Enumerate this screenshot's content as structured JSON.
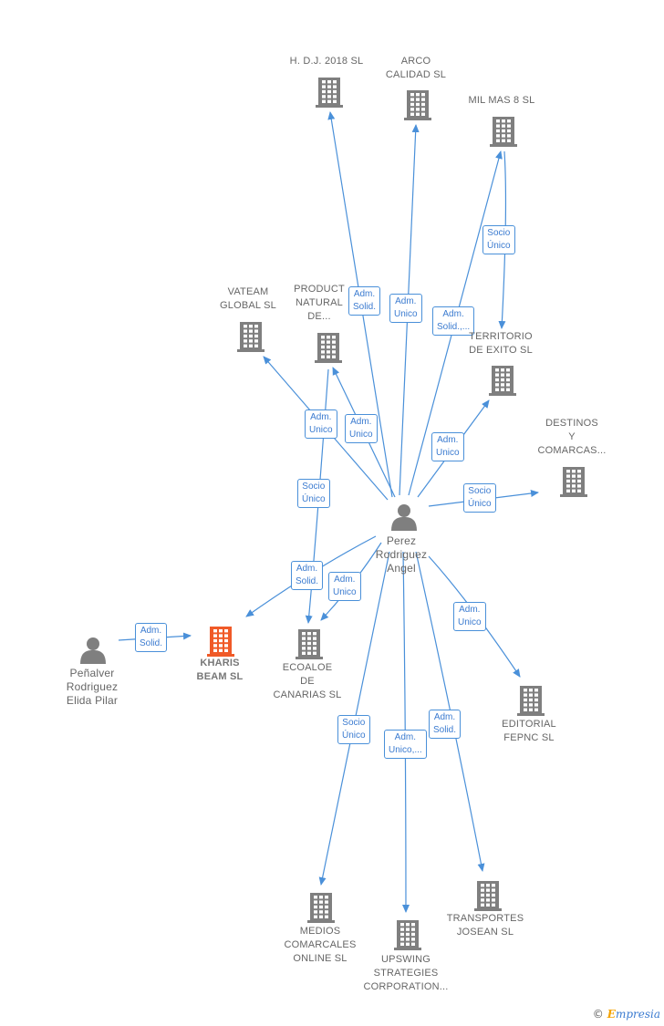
{
  "colors": {
    "edge": "#4a90d9",
    "company": "#7f7f7f",
    "highlight": "#f05a28",
    "person": "#7f7f7f"
  },
  "brand": {
    "symbol": "©",
    "initial": "E",
    "rest": "mpresia"
  },
  "nodes": [
    {
      "id": "hdj",
      "type": "company",
      "label": "H. D.J. 2018  SL"
    },
    {
      "id": "arco",
      "type": "company",
      "label": "ARCO\nCALIDAD SL"
    },
    {
      "id": "milmas",
      "type": "company",
      "label": "MIL MAS 8 SL"
    },
    {
      "id": "vateam",
      "type": "company",
      "label": "VATEAM\nGLOBAL  SL"
    },
    {
      "id": "product",
      "type": "company",
      "label": "PRODUCT\nNATURAL\nDE..."
    },
    {
      "id": "territorio",
      "type": "company",
      "label": "TERRITORIO\nDE EXITO  SL"
    },
    {
      "id": "destinos",
      "type": "company",
      "label": "DESTINOS\nY\nCOMARCAS..."
    },
    {
      "id": "perez",
      "type": "person",
      "label": "Perez\nRodriguez\nAngel"
    },
    {
      "id": "penalver",
      "type": "person",
      "label": "Peñalver\nRodriguez\nElida Pilar"
    },
    {
      "id": "kharis",
      "type": "highlight",
      "label": "KHARIS\nBEAM  SL"
    },
    {
      "id": "ecoaloe",
      "type": "company",
      "label": "ECOALOE\nDE\nCANARIAS  SL"
    },
    {
      "id": "editorial",
      "type": "company",
      "label": "EDITORIAL\nFEPNC SL"
    },
    {
      "id": "medios",
      "type": "company",
      "label": "MEDIOS\nCOMARCALES\nONLINE  SL"
    },
    {
      "id": "upswing",
      "type": "company",
      "label": "UPSWING\nSTRATEGIES\nCORPORATION..."
    },
    {
      "id": "transportes",
      "type": "company",
      "label": "TRANSPORTES\nJOSEAN SL"
    }
  ],
  "edges": [
    {
      "from": "perez",
      "to": "hdj",
      "label": "Adm.\nSolid."
    },
    {
      "from": "perez",
      "to": "arco",
      "label": "Adm.\nUnico"
    },
    {
      "from": "perez",
      "to": "milmas",
      "label": "Adm.\nSolid.,..."
    },
    {
      "from": "milmas",
      "to": "territorio",
      "label": "Socio\nÚnico"
    },
    {
      "from": "perez",
      "to": "vateam",
      "label": "Adm.\nUnico"
    },
    {
      "from": "perez",
      "to": "product",
      "label": "Adm.\nUnico"
    },
    {
      "from": "perez",
      "to": "territorio",
      "label": "Adm.\nUnico"
    },
    {
      "from": "perez",
      "to": "destinos",
      "label": "Socio\nÚnico"
    },
    {
      "from": "product",
      "to": "ecoaloe",
      "label": "Socio\nÚnico"
    },
    {
      "from": "perez",
      "to": "kharis",
      "label": "Adm.\nSolid."
    },
    {
      "from": "perez",
      "to": "ecoaloe",
      "label": "Adm.\nUnico"
    },
    {
      "from": "penalver",
      "to": "kharis",
      "label": "Adm.\nSolid."
    },
    {
      "from": "perez",
      "to": "editorial",
      "label": "Adm.\nUnico"
    },
    {
      "from": "perez",
      "to": "medios",
      "label": "Socio\nÚnico"
    },
    {
      "from": "perez",
      "to": "upswing",
      "label": "Adm.\nUnico,..."
    },
    {
      "from": "perez",
      "to": "transportes",
      "label": "Adm.\nSolid."
    }
  ]
}
